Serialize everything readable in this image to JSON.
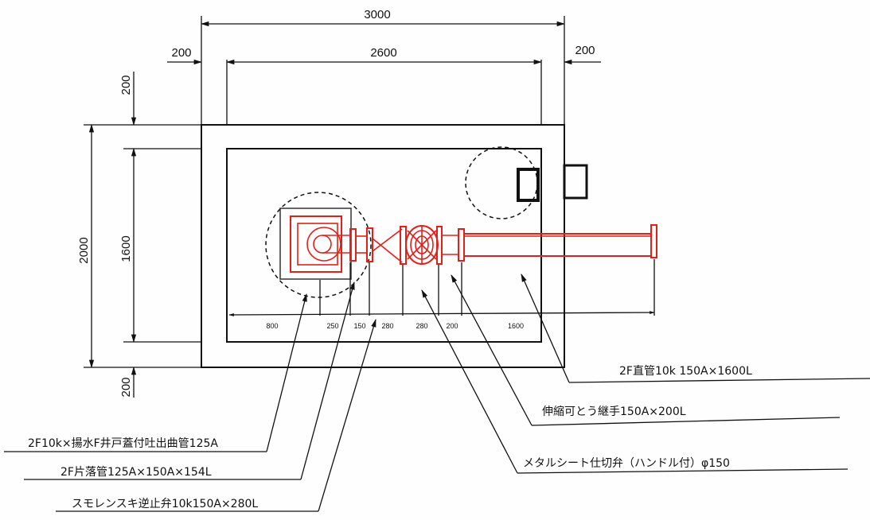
{
  "dimensions": {
    "top_3000": "3000",
    "top_2600": "2600",
    "top_left_200": "200",
    "top_right_200": "200",
    "left_200_top": "200",
    "left_2000": "2000",
    "left_1600": "1600",
    "left_200_bottom": "200"
  },
  "bottom_dims": [
    "800",
    "250",
    "150",
    "280",
    "280",
    "200",
    "1600"
  ],
  "labels": {
    "straight_pipe": "2F直管10k 150A×1600L",
    "expansion_joint": "伸縮可とう継手150A×200L",
    "gate_valve": "メタルシート仕切弁（ハンドル付）φ150",
    "discharge_bend": "2F10k×揚水F井戸蓋付吐出曲管125A",
    "reducer": "2F片落管125A×150A×154L",
    "check_valve": "スモレンスキ逆止弁10k150A×280L"
  },
  "colors": {
    "pipe": "#e0201b",
    "line": "#111111"
  }
}
